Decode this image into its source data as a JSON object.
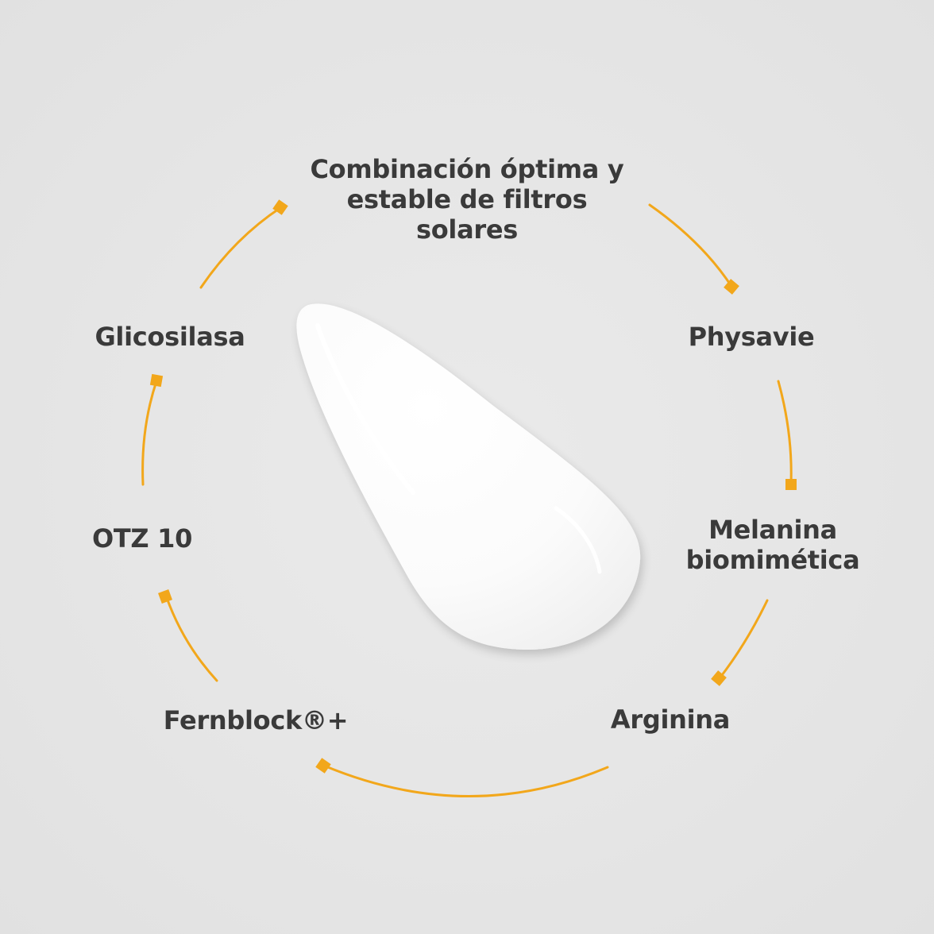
{
  "accent_color": "#f2a71b",
  "text_color": "#3a3a3a",
  "background_color": "#e6e6e6",
  "center_graphic": "cream-drop",
  "ingredients": [
    {
      "id": "filtros",
      "lines": [
        "Combinación óptima y",
        "estable de filtros",
        "solares"
      ]
    },
    {
      "id": "physavie",
      "lines": [
        "Physavie"
      ]
    },
    {
      "id": "melanina",
      "lines": [
        "Melanina",
        "biomimética"
      ]
    },
    {
      "id": "arginina",
      "lines": [
        "Arginina"
      ]
    },
    {
      "id": "fernblock",
      "lines": [
        "Fernblock®+"
      ]
    },
    {
      "id": "otz",
      "lines": [
        "OTZ 10"
      ]
    },
    {
      "id": "glicosilasa",
      "lines": [
        "Glicosilasa"
      ]
    }
  ]
}
